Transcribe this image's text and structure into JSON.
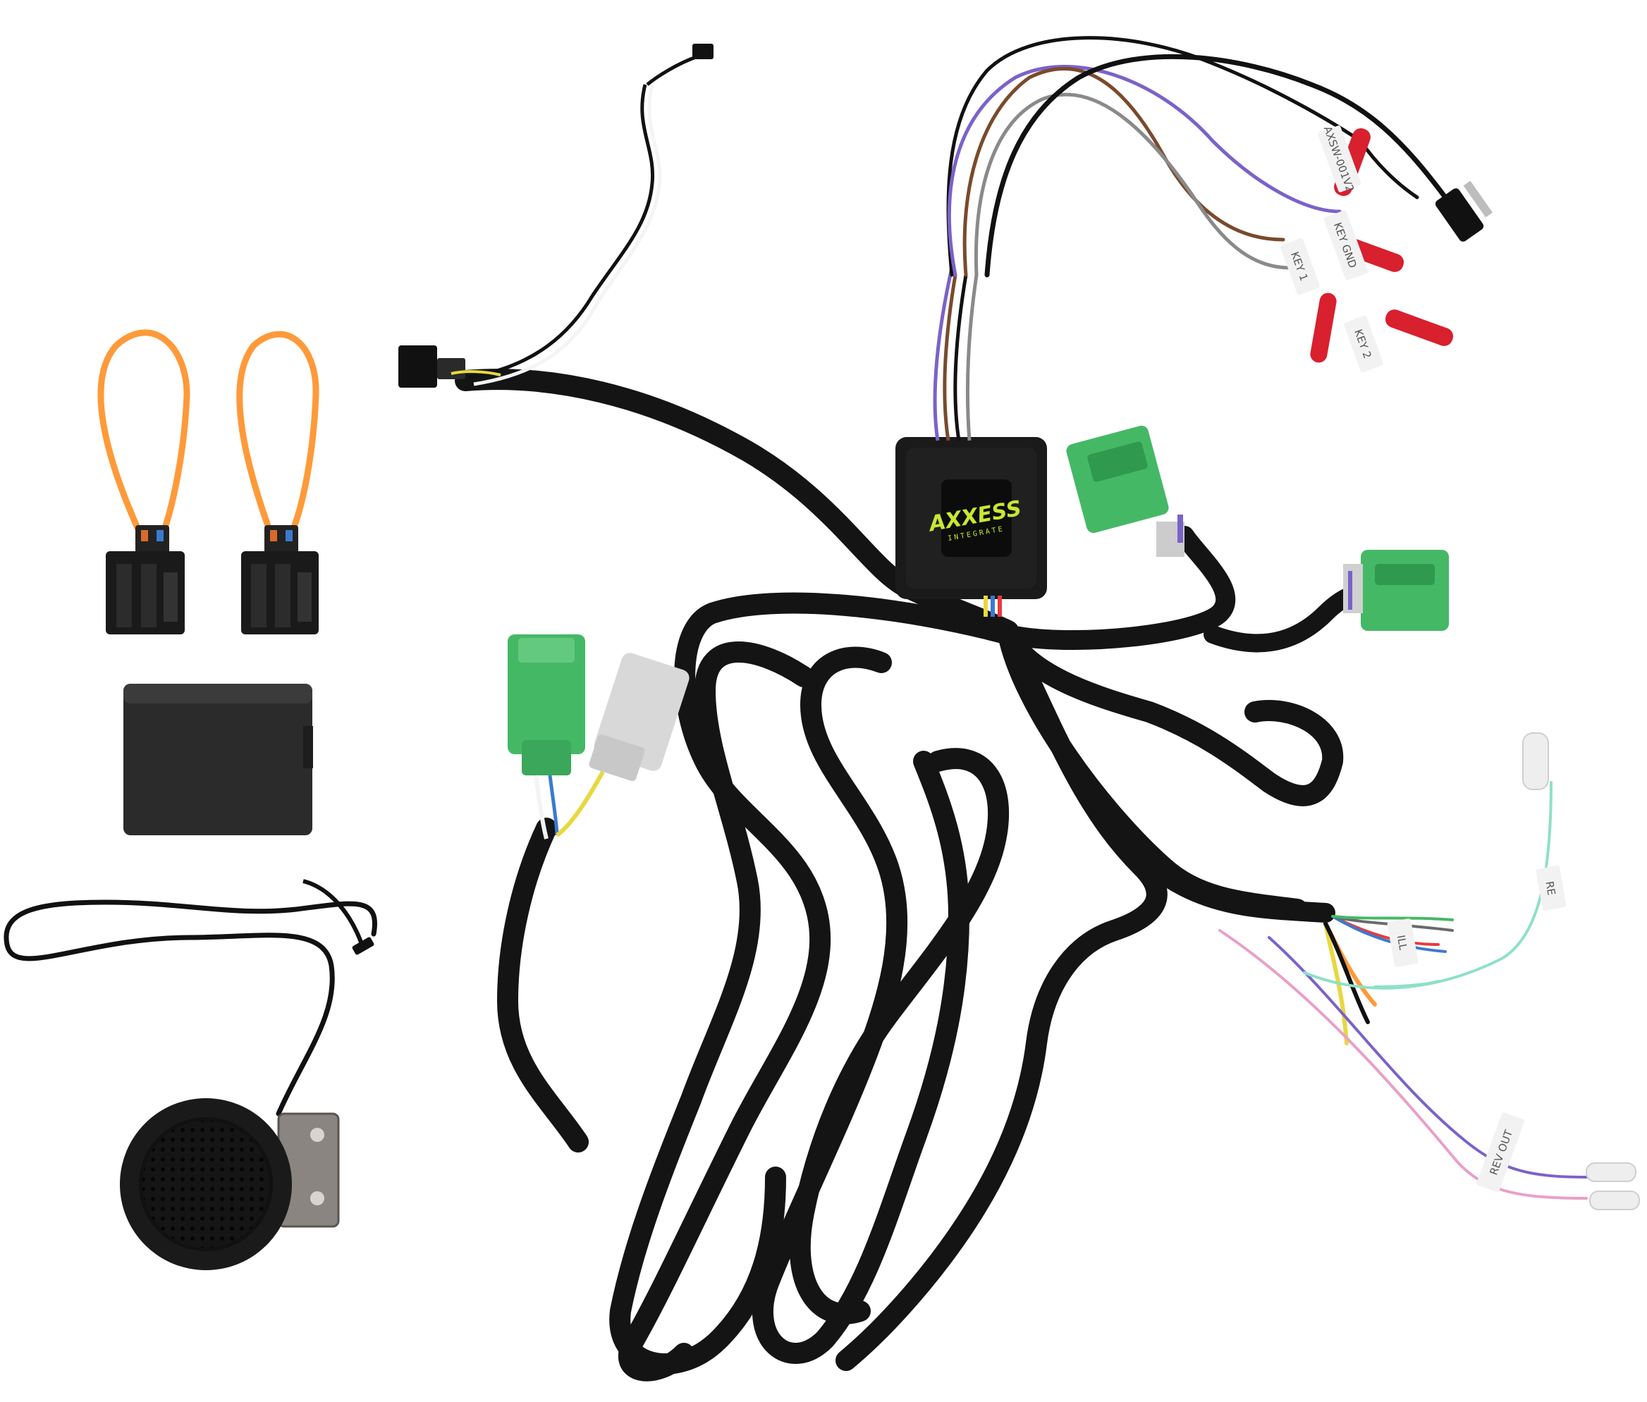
{
  "wire_tags": {
    "key1": "KEY 1",
    "key2": "KEY 2",
    "key_gnd": "KEY GND",
    "part_tag": "AXSW-001V2",
    "ill": "ILL",
    "rev_out": "REV OUT",
    "rf": "RE"
  },
  "module_logo": {
    "brand": "AXXESS",
    "sub": "INTEGRATE"
  },
  "colors": {
    "cable_sleeve": "#141414",
    "connector_green": "#45b866",
    "connector_grey": "#d8d8d8",
    "fiber_loop": "#ff9a3a",
    "bullet_red": "#d8202e",
    "accent_logo": "#c8e832",
    "wire_purple": "#7b62c9",
    "wire_brown": "#7a4a2c",
    "wire_grey": "#8a8a8a",
    "wire_mint": "#8fe0c8",
    "wire_pink": "#e8a0c8"
  }
}
